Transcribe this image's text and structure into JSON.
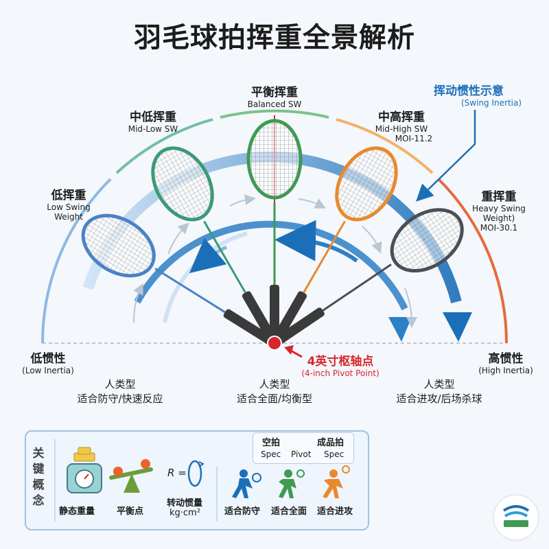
{
  "title": "羽毛球拍挥重全景解析",
  "legend_arrow": {
    "zh": "挥动惯性示意",
    "en": "(Swing Inertia)"
  },
  "rackets": [
    {
      "zh": "低挥重",
      "en1": "Low Swing",
      "en2": "Weight",
      "color": "#4a82c4"
    },
    {
      "zh": "中低挥重",
      "en1": "Mid-Low SW",
      "en2": "",
      "color": "#3a9a78"
    },
    {
      "zh": "平衡挥重",
      "en1": "Balanced SW",
      "en2": "",
      "color": "#3f9a52"
    },
    {
      "zh": "中高挥重",
      "en1": "Mid-High SW",
      "en2": "MOI-11.2",
      "color": "#e88a2c"
    },
    {
      "zh": "重挥重",
      "en1": "Heavy Swing",
      "en2": "Weight)",
      "en3": "MOI-30.1",
      "color": "#4a4f57"
    }
  ],
  "pivot": {
    "zh": "4英寸枢轴点",
    "en": "(4-inch Pivot Point)"
  },
  "inertia": {
    "low": {
      "zh": "低惯性",
      "en": "(Low Inertia)"
    },
    "high": {
      "zh": "高惯性",
      "en": "(High Inertia)"
    }
  },
  "player_types": [
    {
      "line1": "人类型",
      "line2": "适合防守/快速反应"
    },
    {
      "line1": "人类型",
      "line2": "适合全面/均衡型"
    },
    {
      "line1": "人类型",
      "line2": "适合进攻/后场杀球"
    }
  ],
  "concepts": {
    "heading": "关键概念",
    "static_weight": "静态重量",
    "balance_point": "平衡点",
    "moi": "转动惯量",
    "moi_unit": "kg·cm²",
    "formula": "R =",
    "spec": {
      "left_zh": "空拍",
      "right_zh": "成品拍",
      "left_en": "Spec",
      "mid_en": "Pivot",
      "right_en": "Spec"
    },
    "players": [
      "适合防守",
      "适合全面",
      "适合进攻"
    ]
  },
  "colors": {
    "blue": "#1b6fb9",
    "red": "#d8262b",
    "green": "#3f9a52",
    "orange": "#e88a2c",
    "dark": "#4a4f57"
  }
}
